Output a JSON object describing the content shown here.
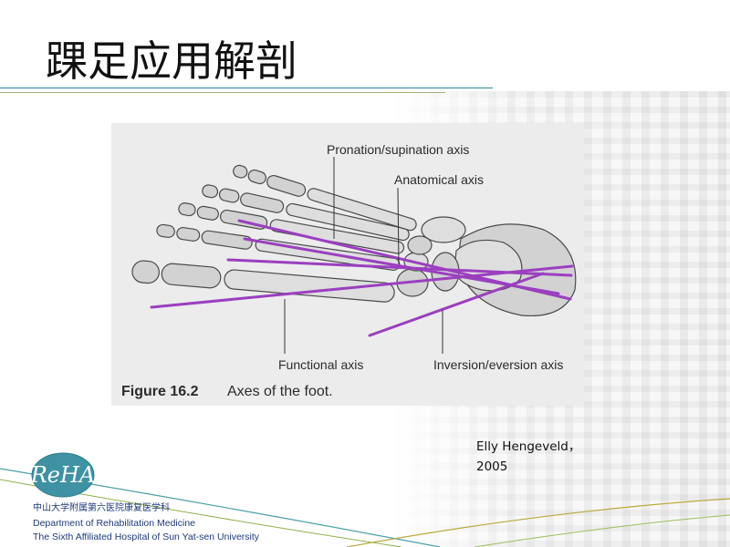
{
  "slide": {
    "title": "踝足应用解剖"
  },
  "figure": {
    "labels": {
      "pronation_supination": "Pronation/supination axis",
      "anatomical": "Anatomical axis",
      "functional": "Functional axis",
      "inversion_eversion": "Inversion/eversion axis"
    },
    "caption_number": "Figure 16.2",
    "caption_text": "Axes of the foot."
  },
  "citation": {
    "author": "Elly Hengeveld，",
    "year": "2005"
  },
  "footer": {
    "logo_text": "ReHA",
    "dept_cn": "中山大学附属第六医院康复医学科",
    "dept_en": "Department of Rehabilitation Medicine",
    "hospital_en": "The Sixth Affiliated Hospital of Sun Yat-sen University"
  },
  "colors": {
    "axis_line": "#9b3fbf",
    "accent_teal": "#2e8b9a",
    "footer_text": "#1e3a7a",
    "logo_fill": "#3f92a3"
  }
}
